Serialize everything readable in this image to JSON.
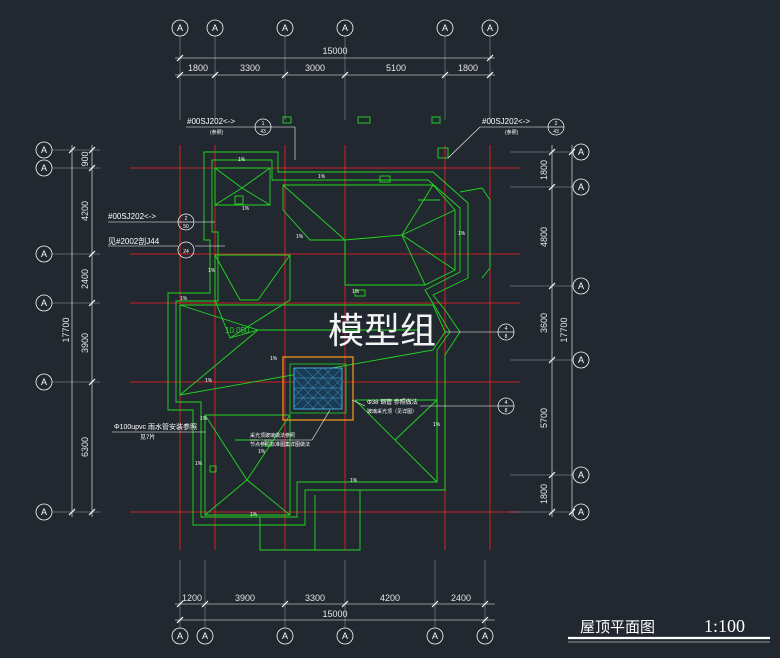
{
  "watermark": "模型组",
  "drawing_title": "屋顶平面图",
  "scale": "1:100",
  "axis_label": "A",
  "top_dims": {
    "total": "15000",
    "segments": [
      "1800",
      "3300",
      "3000",
      "5100",
      "1800"
    ]
  },
  "bottom_dims": {
    "total": "15000",
    "segments": [
      "1200",
      "3900",
      "3300",
      "4200",
      "2400"
    ]
  },
  "left_dims": {
    "total": "17700",
    "segments": [
      "900",
      "4200",
      "2400",
      "3900",
      "6300"
    ]
  },
  "right_dims": {
    "total": "17700",
    "segments": [
      "1800",
      "4800",
      "3600",
      "5700",
      "1800"
    ]
  },
  "notes": {
    "ref_top_left": "#00SJ202<->",
    "ref_top_left_sub": "(参照)",
    "ref_top_right": "#00SJ202<->",
    "ref_top_right_sub": "(参照)",
    "ref_left_mid": "#00SJ202<->",
    "ref_left_mid2": "见#2002剖J44",
    "elevation": "10.050",
    "pipe": "Φ100upvc 雨水管安装参照",
    "pipe2": "见7片",
    "skylight": "Φ38 钢管 参照做法",
    "skylight2": "玻璃采光顶（见详图）",
    "hatch_note": "采光顶玻璃做法参照",
    "hatch_note2": "节点参照标准图集详图做法"
  },
  "detail_bubbles": {
    "d1_num": "1",
    "d1_den": "43",
    "d2_num": "2",
    "d2_den": "43",
    "d3_num": "2",
    "d3_den": "50",
    "d4_num": "24",
    "d5_num": "4",
    "d5_den": "8",
    "d6_num": "4",
    "d6_den": "8"
  },
  "slope_label": "1%"
}
